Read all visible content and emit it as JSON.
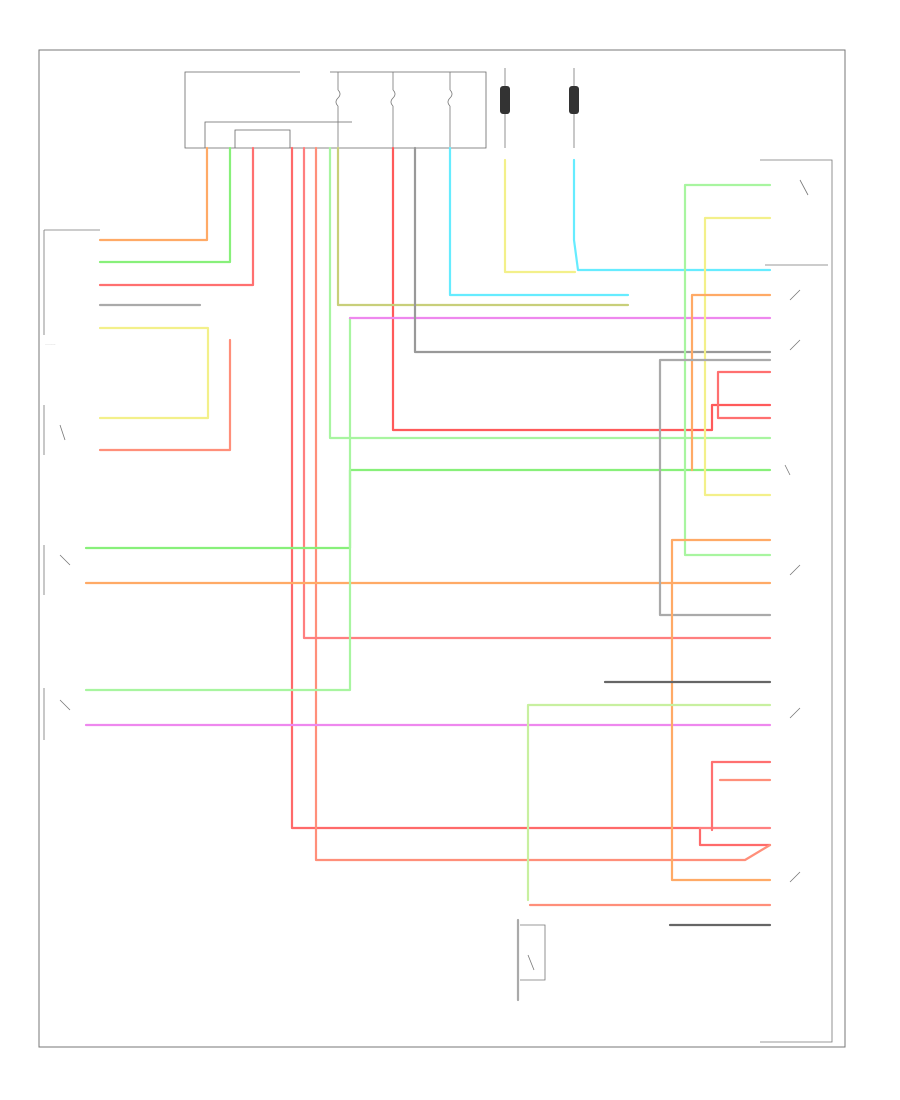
{
  "figure_id": "84634X",
  "colors": {
    "frame": "#777777",
    "red": "#ff5a5a",
    "salmon": "#ff8f7a",
    "orange": "#ffaa66",
    "green": "#88f07a",
    "light_green": "#a8f5a0",
    "cyan": "#66ecff",
    "yellow": "#f3f08a",
    "olive": "#c8cf7a",
    "violet": "#ee88ee",
    "gray": "#888888",
    "dark": "#666666"
  },
  "components": [
    {
      "key": "fuse_box"
    },
    {
      "key": "turn_relay"
    },
    {
      "key": "hazard_switch"
    },
    {
      "key": "left_lamp_1"
    },
    {
      "key": "left_lamp_2"
    },
    {
      "key": "right_bulkhead"
    },
    {
      "key": "trailer_connector"
    },
    {
      "key": "left_switch"
    },
    {
      "key": "right_switch"
    },
    {
      "key": "brake_switch"
    }
  ]
}
